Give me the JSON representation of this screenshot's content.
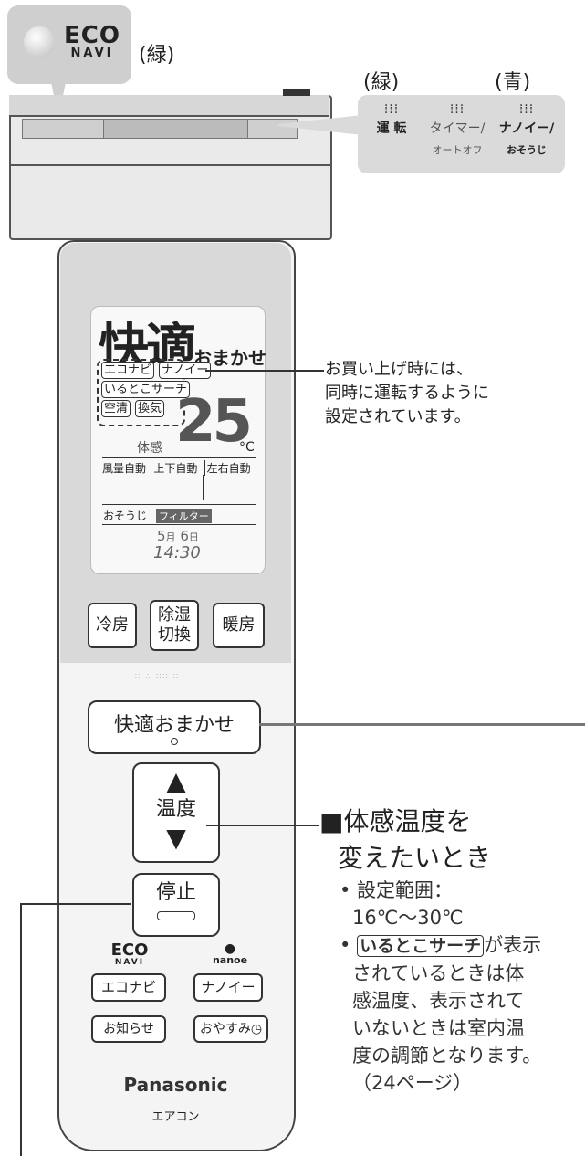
{
  "indoor_unit": {
    "eco_logo_top": "ECO",
    "eco_logo_bottom": "NAVI",
    "eco_color": "(緑)",
    "lamps": [
      {
        "name": "運 転",
        "sub": "",
        "color": "(緑)"
      },
      {
        "name": "タイマー/",
        "sub": "オートオフ",
        "color": ""
      },
      {
        "name": "ナノイー/",
        "sub": "おそうじ",
        "color": "(青)"
      }
    ]
  },
  "remote": {
    "lcd": {
      "mode": "快適",
      "mode_suffix": "おまかせ",
      "tags": [
        "エコナビ",
        "ナノイー",
        "いるとこサーチ",
        "空清",
        "換気"
      ],
      "feel_label": "体感",
      "temperature": "25",
      "unit": "°C",
      "auto_items": [
        "風量自動",
        "上下自動",
        "左右自動"
      ],
      "cleaning": "おそうじ",
      "filter": "フィルター",
      "month": "5",
      "month_label": "月",
      "day": "6",
      "day_label": "日",
      "time": "14:30"
    },
    "buttons": {
      "cool": "冷房",
      "dehumid_line1": "除湿",
      "dehumid_line2": "切換",
      "heat": "暖房",
      "comfort": "快適おまかせ",
      "temp_up": "▲",
      "temp_label": "温度",
      "temp_down": "▼",
      "stop": "停止",
      "econavi": "エコナビ",
      "nanoe": "ナノイー",
      "notice": "お知らせ",
      "sleep": "おやすみ"
    },
    "econavi_logo_top": "ECO",
    "econavi_logo_bottom": "NAVI",
    "nanoe_logo": "nanoe",
    "brand": "Panasonic",
    "product": "エアコン"
  },
  "annotations": {
    "purchase_note": [
      "お買い上げ時には、",
      "同時に運転するように",
      "設定されています。"
    ],
    "temp_heading_line1": "■体感温度を",
    "temp_heading_line2": "変えたいとき",
    "range_label": "• 設定範囲：",
    "range_value": "16℃〜30℃",
    "tag_name": "いるとこサーチ",
    "search_note_start": "• ",
    "search_note_after": "が表示",
    "search_lines": [
      "されているときは体",
      "感温度、表示されて",
      "いないときは室内温",
      "度の調節となります。",
      "（24ページ）"
    ]
  }
}
